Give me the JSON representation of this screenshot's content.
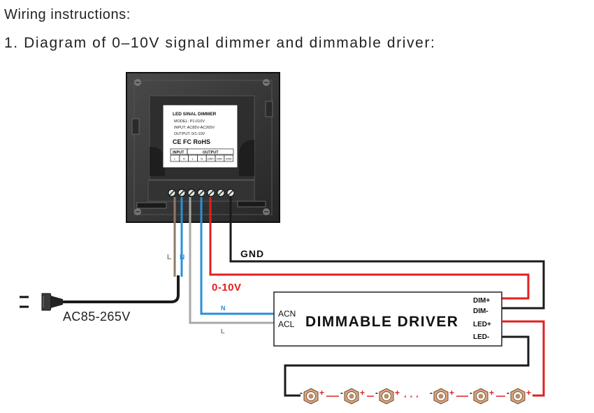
{
  "header": {
    "title": "Wiring instructions:",
    "subtitle": "1. Diagram of 0–10V signal dimmer and dimmable driver:"
  },
  "dimmer": {
    "label_title": "LED SINAL DIMMER",
    "model": "MODEL: P1-010V",
    "input": "INPUT: AC85V-AC265V",
    "output": "OUTPUT: 0/1-10V",
    "certs": "CE FC RoHS",
    "group_input": "INPUT",
    "group_output": "OUTPUT",
    "terminals": [
      "L",
      "N",
      "L",
      "N",
      "DIM+",
      "DIM-",
      "GND"
    ]
  },
  "wires": {
    "gnd": "GND",
    "signal": "0-10V",
    "live_short": "L",
    "neutral_short": "N"
  },
  "mains": {
    "voltage": "AC85-265V"
  },
  "driver": {
    "name": "DIMMABLE DRIVER",
    "left_terms": [
      "ACN",
      "ACL"
    ],
    "right_terms": [
      "DIM+",
      "DIM-",
      "LED+",
      "LED-"
    ]
  },
  "leds": {
    "plus": "+",
    "minus": "-",
    "ellipsis": "· · ·"
  },
  "colors": {
    "red_wire": "#e2201f",
    "blue_wire": "#2a8fd8",
    "gray_wire": "#a8a8a8",
    "black_wire": "#1a1a1a",
    "brown_wire": "#8c7a6b",
    "panel": "#3a3a3a"
  }
}
